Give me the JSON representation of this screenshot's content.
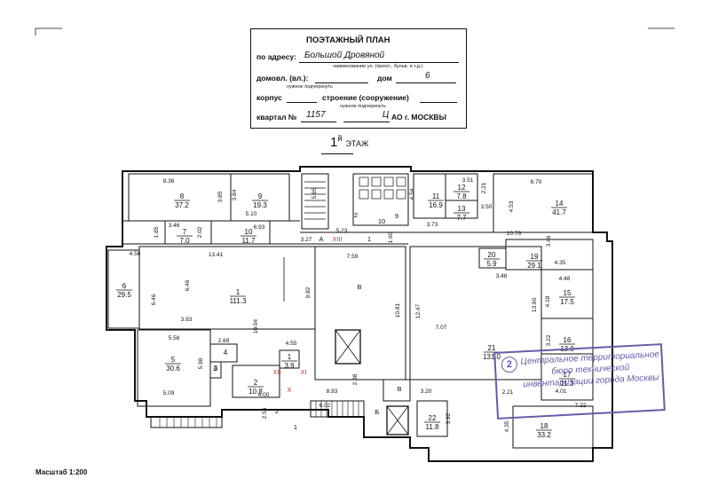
{
  "title_box": {
    "heading": "ПОЭТАЖНЫЙ ПЛАН",
    "address_label": "по адресу:",
    "address_value": "Большой Дровяной",
    "address_hint": "наименование ул. (просп., бульв. и т.д.)",
    "house_label": "домовл. (вл.):",
    "house_hint": "нужное подчеркнуть",
    "dom_label": "дом",
    "dom_value": "6",
    "korpus_label": "корпус",
    "building_label": "строение (сооружение)",
    "building_hint": "нужное подчеркнуть",
    "quarter_label": "квартал №",
    "quarter_value": "1157",
    "district_value": "Ц",
    "district_label": "АО г. МОСКВЫ"
  },
  "floor": {
    "number": "1",
    "suffix": "й",
    "word": "ЭТАЖ"
  },
  "scale": "Масштаб 1:200",
  "stamp": {
    "number": "2",
    "text": "Центральное территориальное бюро технической инвентаризации города Москвы"
  },
  "rooms": [
    {
      "num": "8",
      "area": "37.2"
    },
    {
      "num": "9",
      "area": "19.3"
    },
    {
      "num": "7",
      "area": "7.0"
    },
    {
      "num": "10",
      "area": "11.7"
    },
    {
      "num": "6",
      "area": "29.5"
    },
    {
      "num": "1",
      "area": "111.3"
    },
    {
      "num": "5",
      "area": "30.6"
    },
    {
      "num": "4",
      "area": ""
    },
    {
      "num": "3",
      "area": ""
    },
    {
      "num": "2",
      "area": "10.8"
    },
    {
      "num": "1",
      "area": "3.9"
    },
    {
      "num": "11",
      "area": "16.9"
    },
    {
      "num": "12",
      "area": "7.8"
    },
    {
      "num": "13",
      "area": "7.7"
    },
    {
      "num": "14",
      "area": "41.7"
    },
    {
      "num": "20",
      "area": "5.9"
    },
    {
      "num": "19",
      "area": "29.1"
    },
    {
      "num": "15",
      "area": "17.5"
    },
    {
      "num": "16",
      "area": "13.0"
    },
    {
      "num": "17",
      "area": "11.3"
    },
    {
      "num": "21",
      "area": "131.0"
    },
    {
      "num": "22",
      "area": "11.8"
    },
    {
      "num": "18",
      "area": "33.2"
    }
  ],
  "labels": {
    "a": "А",
    "b": "Б",
    "v": "В",
    "v2": "В",
    "b2": "Б",
    "r13": "XIII",
    "r12": "XII",
    "r11": "XI",
    "r10": "X",
    "n1": "1",
    "n2": "2",
    "n2b": "2",
    "n1b": "1",
    "n10": "10",
    "n9": "9",
    "n3": "3",
    "n3b": "3"
  },
  "dims": [
    "8.36",
    "3.85",
    "3.84",
    "5.10",
    "3.46",
    "2.02",
    "6.93",
    "1.85",
    "13.41",
    "4.56",
    "6.46",
    "6.46",
    "3.93",
    "5.58",
    "5.98",
    "2.69",
    "4.55",
    "10.04",
    "9.82",
    "5.09",
    "4.00",
    "2.56",
    "6.02",
    "8.93",
    "2.88",
    "5.95",
    "5.23",
    "3.27",
    "7.59",
    "1.60",
    "4.54",
    "3.51",
    "2.21",
    "3.50",
    "6.70",
    "4.53",
    "3.73",
    "10.76",
    "3.46",
    "4.35",
    "3.48",
    "4.48",
    "13.90",
    "4.18",
    "12.47",
    "10.81",
    "7.07",
    "3.22",
    "4.01",
    "2.21",
    "7.22",
    "3.20",
    "3.92",
    "4.35"
  ]
}
